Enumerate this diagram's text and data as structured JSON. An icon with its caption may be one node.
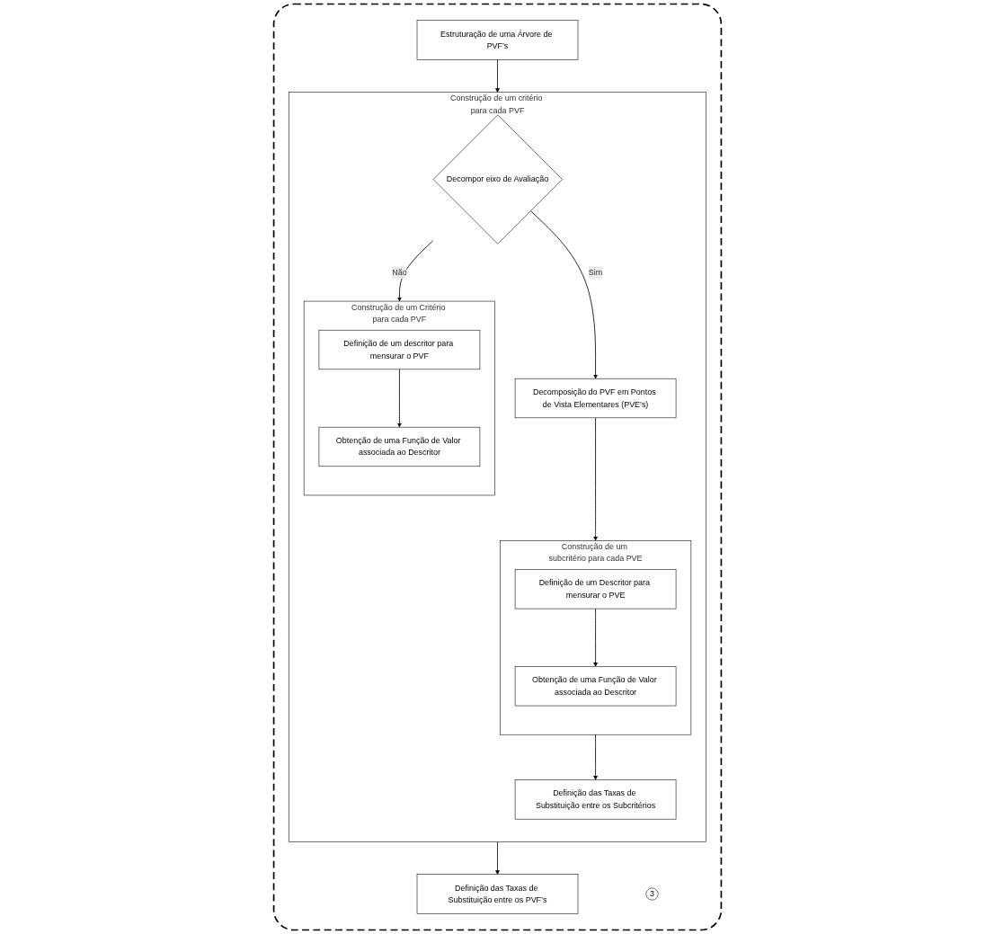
{
  "diagram": {
    "nodes": [
      {
        "text": [],
        "shape": "box"
      },
      {
        "text": [
          "3"
        ],
        "in": 0
      },
      {
        "text": [
          "Estruturação de uma Árvore de PVF’s"
        ],
        "in": 0
      },
      {
        "text": [
          "Construção de um critério para cada PVF"
        ],
        "in": 0
      },
      {
        "text": [
          "Decompor eixo de Avaliação"
        ],
        "in": 3
      },
      {
        "text": [
          "Decomposição do PVF em Pontos de Vista Elementares (PVE’s)"
        ],
        "in": 3
      },
      {
        "text": [
          "Construção de um subcritério para cada PVE"
        ],
        "in": 3
      },
      {
        "text": [
          "Definição de um Descritor para mensurar o PVE"
        ],
        "in": 6
      },
      {
        "text": [
          "Obtenção de uma Função de Valor associada ao Descritor"
        ],
        "in": 6
      },
      {
        "text": [
          "Definição das Taxas de Substituição entre os Subcritérios"
        ],
        "in": 3
      },
      {
        "text": [
          "Construção de um Critério para cada PVF"
        ],
        "in": 3
      },
      {
        "text": [
          "Definição de um descritor para mensurar o PVF"
        ],
        "in": 10
      },
      {
        "text": [
          "Obtenção de uma Função de Valor associada ao Descritor"
        ],
        "in": 10
      },
      {
        "text": [
          "Definição das Taxas de Substituição entre os PVF’s"
        ],
        "in": 0
      }
    ],
    "edges": [
      {
        "from": 2,
        "to": 3,
        "arrow": "to"
      },
      {
        "from": 4,
        "to": 5,
        "arrow": "to",
        "label": "Sim"
      },
      {
        "from": 4,
        "to": 10,
        "arrow": "to",
        "label": "Não"
      },
      {
        "from": 5,
        "to": 6,
        "arrow": "to"
      },
      {
        "from": 7,
        "to": 8,
        "arrow": "to"
      },
      {
        "from": 6,
        "to": 9,
        "arrow": "to"
      },
      {
        "from": 11,
        "to": 12,
        "arrow": "to"
      },
      {
        "from": 3,
        "to": 13,
        "arrow": "to"
      }
    ]
  }
}
